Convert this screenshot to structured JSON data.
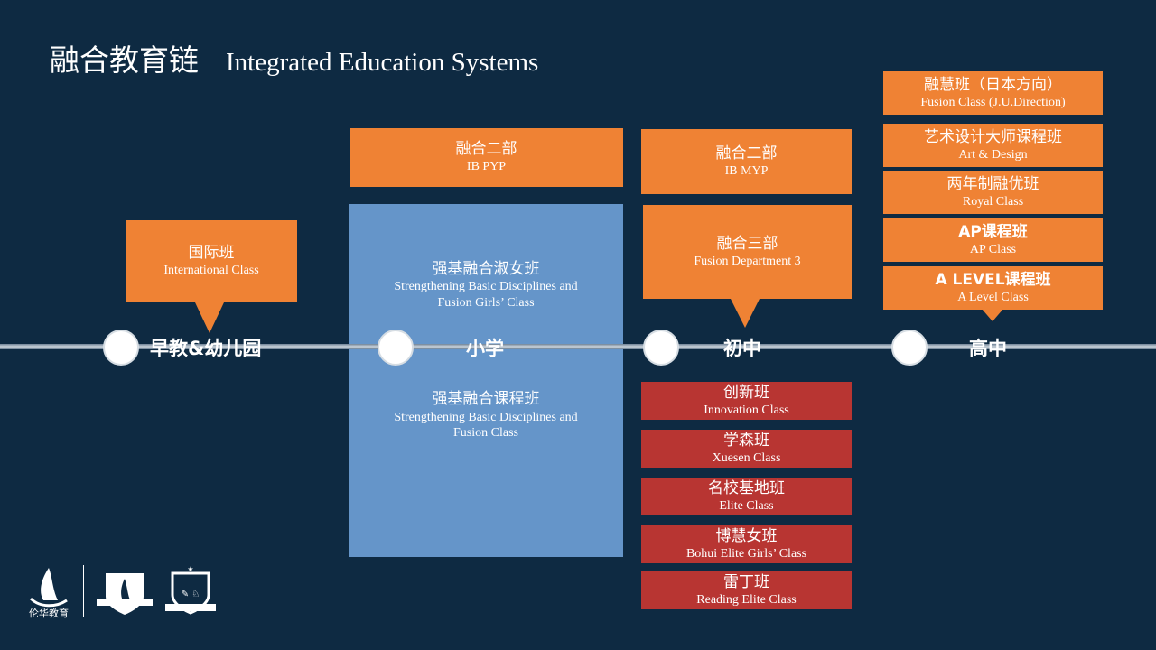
{
  "header": {
    "title_zh": "融合教育链",
    "title_en": "Integrated Education Systems"
  },
  "stages": [
    "早教&幼儿园",
    "小学",
    "初中",
    "高中"
  ],
  "kindergarten": {
    "zh": "国际班",
    "en": "International Class"
  },
  "primary": {
    "top": {
      "zh": "融合二部",
      "en": "IB PYP"
    },
    "panel": [
      {
        "zh": "强基融合淑女班",
        "en": "Strengthening Basic Disciplines and Fusion  Girls’ Class"
      },
      {
        "zh": "强基融合课程班",
        "en": "Strengthening Basic Disciplines and Fusion Class"
      }
    ]
  },
  "middle": {
    "top": {
      "zh": "融合二部",
      "en": "IB MYP"
    },
    "dept": {
      "zh": "融合三部",
      "en": "Fusion Department 3"
    },
    "classes": [
      {
        "zh": "创新班",
        "en": "Innovation Class"
      },
      {
        "zh": "学森班",
        "en": "Xuesen Class"
      },
      {
        "zh": "名校基地班",
        "en": "Elite Class"
      },
      {
        "zh": "博慧女班",
        "en": "Bohui Elite Girls’ Class"
      },
      {
        "zh": "雷丁班",
        "en": "Reading Elite Class"
      }
    ]
  },
  "high": {
    "classes": [
      {
        "zh": "融慧班（日本方向）",
        "en": "Fusion Class (J.U.Direction)"
      },
      {
        "zh": "艺术设计大师课程班",
        "en": "Art & Design"
      },
      {
        "zh": "两年制融优班",
        "en": "Royal Class"
      },
      {
        "zh": "AP课程班",
        "en": "AP Class"
      },
      {
        "zh": "A LEVEL课程班",
        "en": "A Level Class"
      }
    ]
  },
  "logos": {
    "brand": "伦华教育"
  },
  "colors": {
    "bg": "#0e2a42",
    "orange": "#ef8234",
    "red": "#b83532",
    "blue": "#6595c9"
  }
}
